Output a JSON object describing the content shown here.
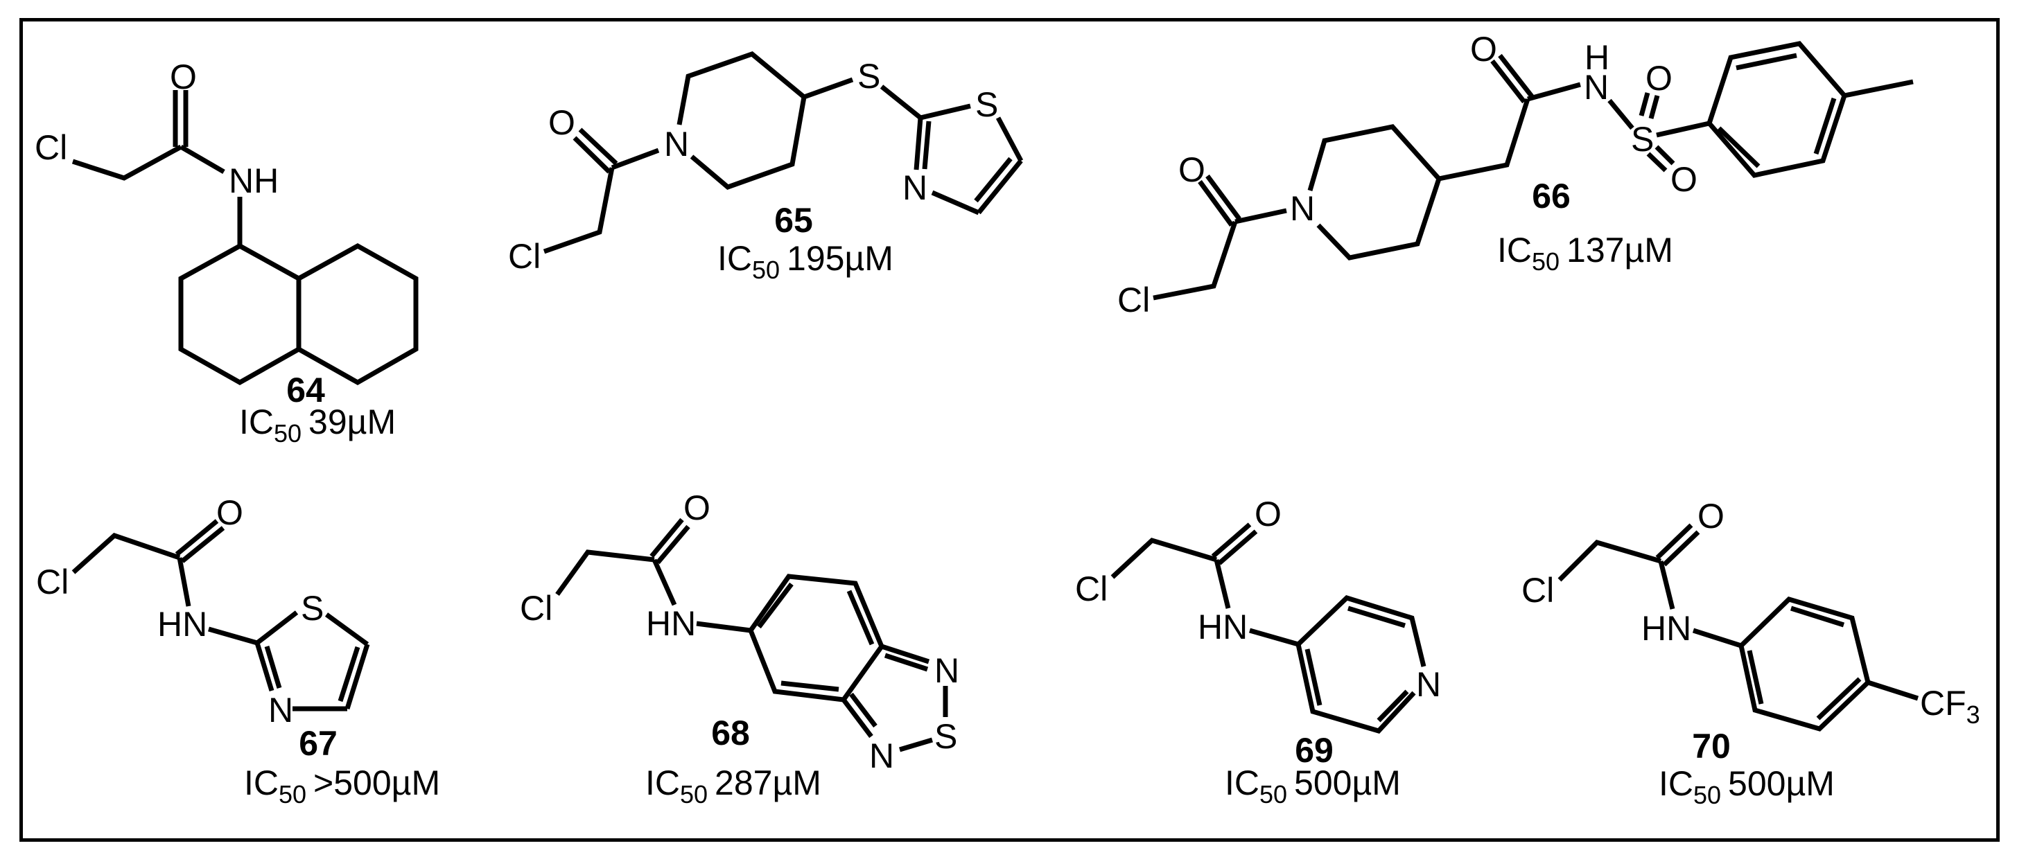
{
  "figure": {
    "frame_color": "#000000",
    "background": "#ffffff",
    "ic50_prefix": "IC",
    "ic50_subscript": "50",
    "compounds": [
      {
        "id": "64",
        "ic50": "39µM",
        "atoms": {
          "cl": "Cl",
          "o": "O",
          "nh": "NH"
        }
      },
      {
        "id": "65",
        "ic50": "195µM",
        "atoms": {
          "cl": "Cl",
          "o": "O",
          "n_pip": "N",
          "s_link": "S",
          "s_ring": "S",
          "n_ring": "N"
        }
      },
      {
        "id": "66",
        "ic50": "137µM",
        "atoms": {
          "cl": "Cl",
          "o1": "O",
          "n_pip": "N",
          "o2": "O",
          "n": "N",
          "h": "H",
          "s": "S",
          "o_s1": "O",
          "o_s2": "O"
        }
      },
      {
        "id": "67",
        "ic50": ">500µM",
        "atoms": {
          "cl": "Cl",
          "o": "O",
          "hn": "HN",
          "s": "S",
          "n": "N"
        }
      },
      {
        "id": "68",
        "ic50": "287µM",
        "atoms": {
          "cl": "Cl",
          "o": "O",
          "hn": "HN",
          "n1": "N",
          "s": "S",
          "n2": "N"
        }
      },
      {
        "id": "69",
        "ic50": "500µM",
        "atoms": {
          "cl": "Cl",
          "o": "O",
          "hn": "HN",
          "n": "N"
        }
      },
      {
        "id": "70",
        "ic50": "500µM",
        "atoms": {
          "cl": "Cl",
          "o": "O",
          "hn": "HN",
          "cf": "CF",
          "cf_sub": "3"
        }
      }
    ]
  }
}
